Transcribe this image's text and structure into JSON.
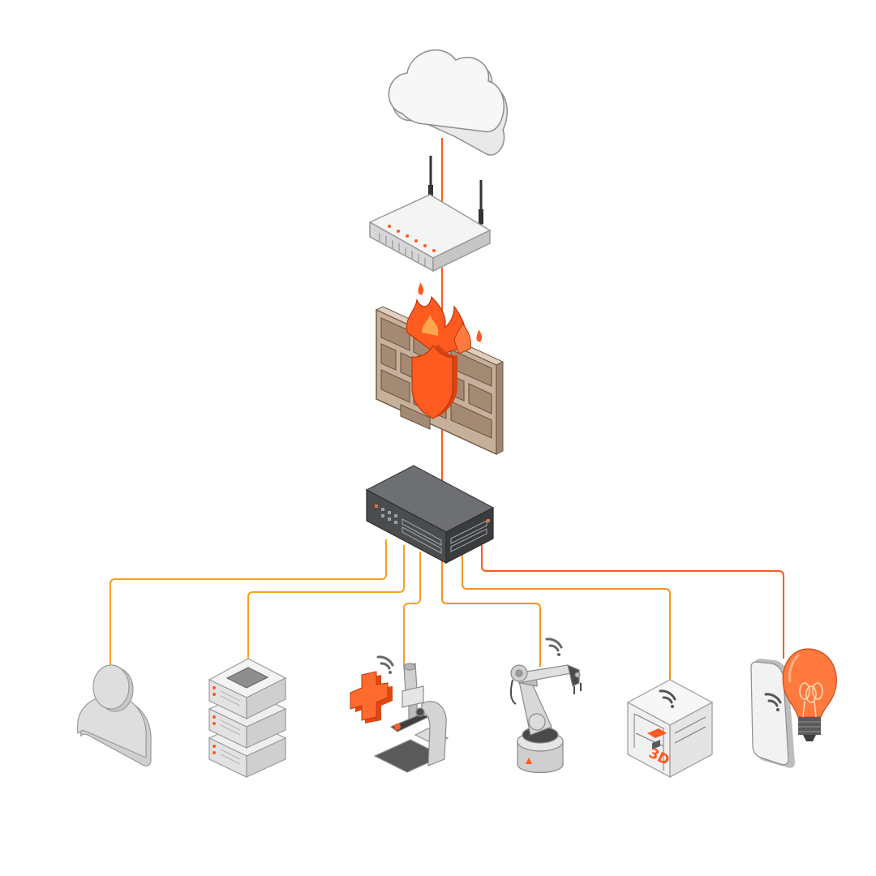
{
  "diagram": {
    "nodes": [
      {
        "id": "cloud",
        "icon": "cloud-icon"
      },
      {
        "id": "router",
        "icon": "router-icon"
      },
      {
        "id": "firewall",
        "icon": "firewall-icon"
      },
      {
        "id": "switch",
        "icon": "network-switch-icon"
      },
      {
        "id": "user",
        "icon": "user-icon"
      },
      {
        "id": "server",
        "icon": "server-rack-icon"
      },
      {
        "id": "medical",
        "icon": "microscope-medical-icon"
      },
      {
        "id": "robot",
        "icon": "robot-arm-icon"
      },
      {
        "id": "printer",
        "icon": "3d-printer-icon"
      },
      {
        "id": "smart-device",
        "icon": "smartphone-lightbulb-icon"
      }
    ],
    "edges": [
      {
        "from": "cloud",
        "to": "router"
      },
      {
        "from": "router",
        "to": "firewall"
      },
      {
        "from": "firewall",
        "to": "switch"
      },
      {
        "from": "switch",
        "to": "user"
      },
      {
        "from": "switch",
        "to": "server"
      },
      {
        "from": "switch",
        "to": "medical"
      },
      {
        "from": "switch",
        "to": "robot"
      },
      {
        "from": "switch",
        "to": "printer"
      },
      {
        "from": "switch",
        "to": "smart-device"
      }
    ],
    "printer_label": "3D"
  },
  "colors": {
    "accent": "#ff5a1f",
    "link": "#f7931e",
    "device_light": "#e6e6e6",
    "device_dark": "#5c5e60",
    "brick": "#a58a73"
  }
}
